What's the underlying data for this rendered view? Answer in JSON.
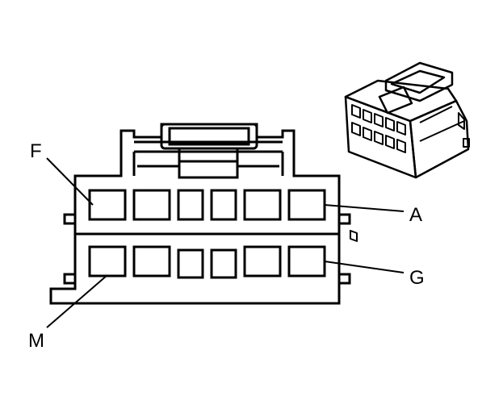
{
  "diagram": {
    "pin_labels": {
      "f": "F",
      "a": "A",
      "g": "G",
      "m": "M"
    },
    "colors": {
      "stroke": "#000000",
      "background": "#ffffff"
    }
  }
}
